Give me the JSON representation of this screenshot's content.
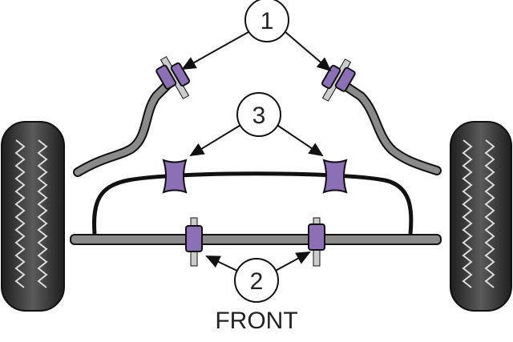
{
  "callouts": {
    "anti_roll_bar_link": "1",
    "anti_roll_bar_mount": "3",
    "lower_arm_bush": "2"
  },
  "front_label": "FRONT",
  "colors": {
    "bush": "#8b70b5",
    "bush_dark": "#5d4487",
    "bar": "#8a8a8a",
    "tyre": "#3a3a3a",
    "outline": "#111111"
  }
}
